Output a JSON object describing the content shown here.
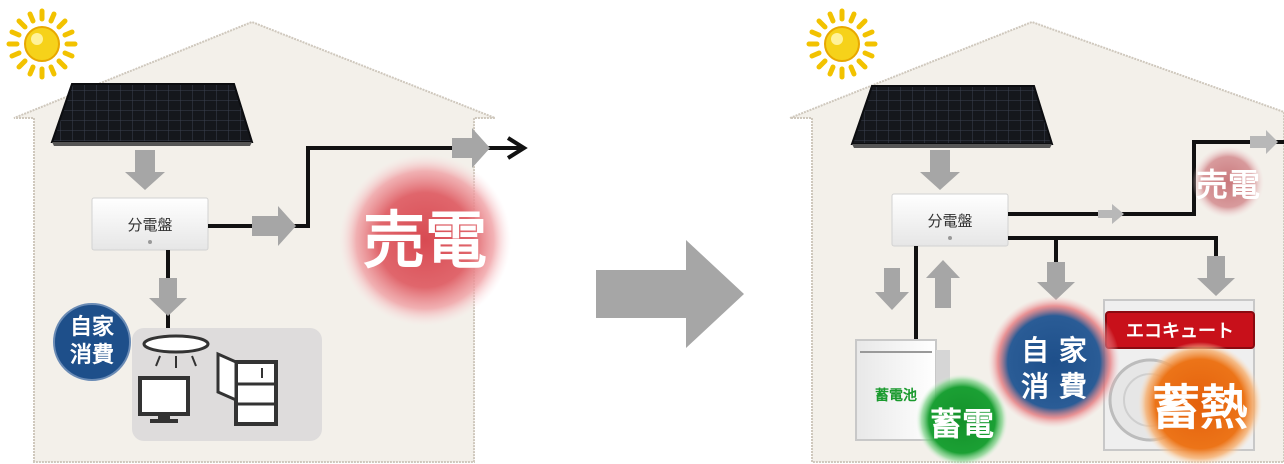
{
  "left_house": {
    "panel_label": "分電盤",
    "sell_label": "売電",
    "self_use_line1": "自家",
    "self_use_line2": "消費"
  },
  "right_house": {
    "panel_label": "分電盤",
    "sell_label": "売電",
    "battery_name": "蓄電池",
    "storage_label": "蓄電",
    "self_use_line1": "自 家",
    "self_use_line2": "消 費",
    "ecocute_label": "エコキュート",
    "heat_label": "蓄熱"
  },
  "colors": {
    "house_fill": "#f3f0ea",
    "house_stroke": "#cfc8bd",
    "arrow_gray": "#a6a6a6",
    "wire": "#111111",
    "sell_glow": "#e05a60",
    "self_use_blue": "#1e4f8a",
    "storage_green": "#1a9a2e",
    "heat_orange": "#e8610c",
    "ecocute_red": "#c8101a"
  }
}
